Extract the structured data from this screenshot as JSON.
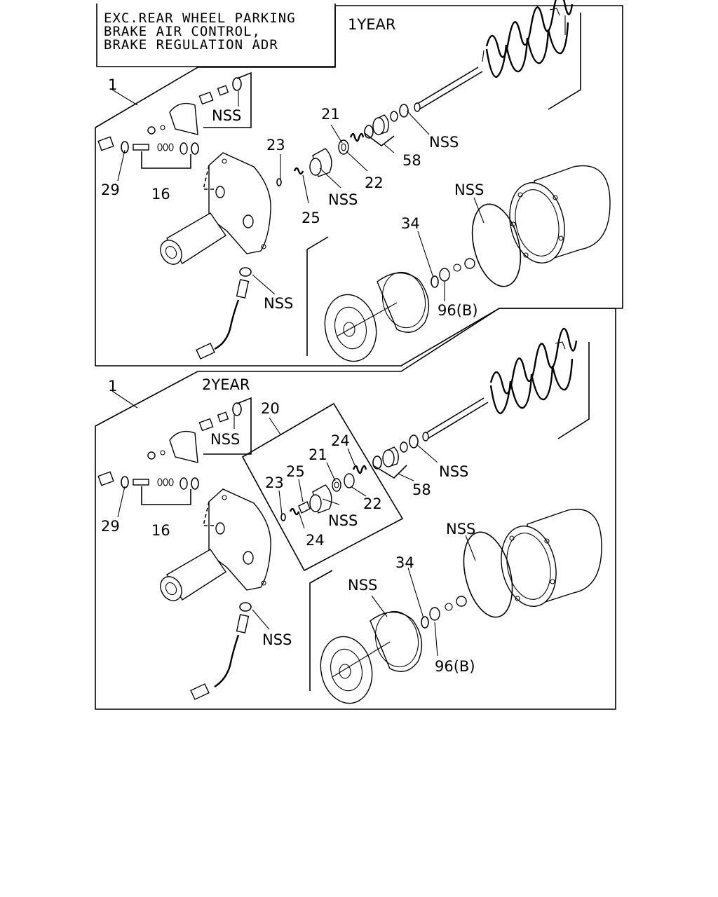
{
  "header_note": {
    "line1": "EXC.REAR WHEEL PARKING",
    "line2": "BRAKE AIR CONTROL,",
    "line3": "BRAKE REGULATION ADR"
  },
  "panel_1": {
    "year": "1YEAR",
    "callouts": {
      "p1": "1",
      "p29": "29",
      "p16": "16",
      "nss_cap": "NSS",
      "nss_sensor": "NSS",
      "p23": "23",
      "p25": "25",
      "p21": "21",
      "p22": "22",
      "nss_piston": "NSS",
      "p58": "58",
      "nss_clip": "NSS",
      "nss_oring": "NSS",
      "p34": "34",
      "p96b": "96(B)"
    }
  },
  "panel_2": {
    "year": "2YEAR",
    "callouts": {
      "p1": "1",
      "p29": "29",
      "p16": "16",
      "nss_cap": "NSS",
      "p20": "20",
      "p23": "23",
      "p25": "25",
      "p24_top": "24",
      "p21": "21",
      "p24_bottom": "24",
      "nss_piston": "NSS",
      "p22": "22",
      "p58": "58",
      "nss_clip": "NSS",
      "nss_oring": "NSS",
      "nss_cup": "NSS",
      "p34": "34",
      "p96b": "96(B)",
      "nss_sensor": "NSS"
    }
  }
}
